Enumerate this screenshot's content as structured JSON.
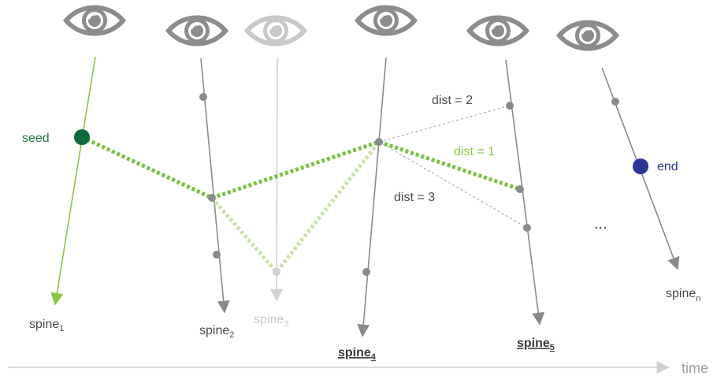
{
  "colors": {
    "spine": "#8a8a8a",
    "spine_faded": "#d2d2d2",
    "seed_spine": "#8cc63f",
    "path_bright": "#7ac143",
    "path_faded": "#c9e3a8",
    "seed_node": "#0e6a3a",
    "end_node": "#2b3595",
    "seed_text": "#1f7a3a",
    "end_text": "#2b3595",
    "dist1_text": "#8cc63f",
    "dim_text": "#c9c9c9",
    "text": "#4a4a4a",
    "eye": "#8c8c8c",
    "eye_faded": "#c8c8c8",
    "dash": "#9a9a9a",
    "time_axis": "#cfcfcf",
    "time_text": "#a0a0a0"
  },
  "icons": [
    "eye-icon",
    "eye-icon",
    "eye-icon",
    "eye-icon",
    "eye-icon",
    "eye-icon"
  ],
  "labels": {
    "seed": "seed",
    "end": "end",
    "dist_2": "dist = 2",
    "dist_1": "dist = 1",
    "dist_3": "dist = 3",
    "ellipsis": "...",
    "time": "time"
  },
  "spines": [
    {
      "base": "spine",
      "sub": "1"
    },
    {
      "base": "spine",
      "sub": "2"
    },
    {
      "base": "spine",
      "sub": "3"
    },
    {
      "base": "spine",
      "sub": "4"
    },
    {
      "base": "spine",
      "sub": "5"
    },
    {
      "base": "spine",
      "sub": "n"
    }
  ]
}
